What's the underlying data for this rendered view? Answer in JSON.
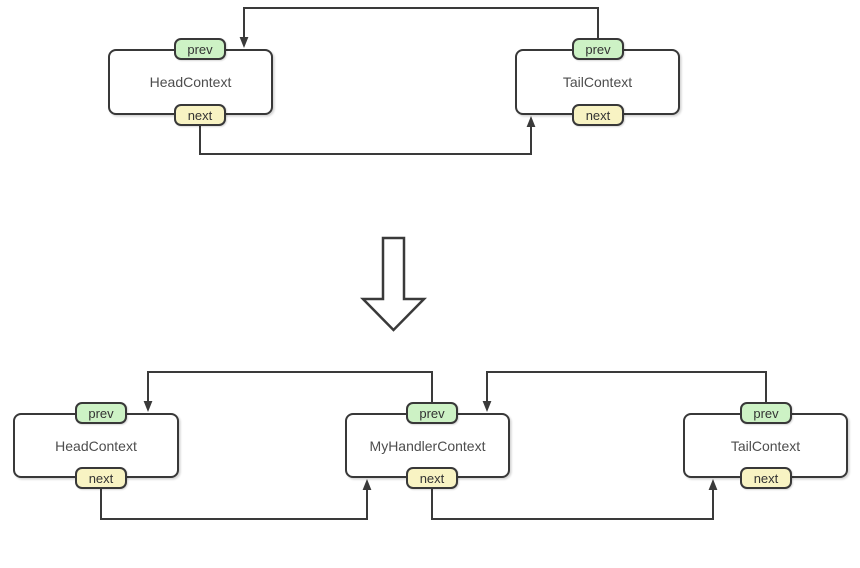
{
  "diagram": {
    "before": {
      "nodes": [
        {
          "label": "HeadContext",
          "prev_label": "prev",
          "next_label": "next"
        },
        {
          "label": "TailContext",
          "prev_label": "prev",
          "next_label": "next"
        }
      ],
      "edges": [
        {
          "from": "TailContext.prev",
          "to": "HeadContext"
        },
        {
          "from": "HeadContext.next",
          "to": "TailContext"
        }
      ]
    },
    "after": {
      "nodes": [
        {
          "label": "HeadContext",
          "prev_label": "prev",
          "next_label": "next"
        },
        {
          "label": "MyHandlerContext",
          "prev_label": "prev",
          "next_label": "next"
        },
        {
          "label": "TailContext",
          "prev_label": "prev",
          "next_label": "next"
        }
      ],
      "edges": [
        {
          "from": "MyHandlerContext.prev",
          "to": "HeadContext"
        },
        {
          "from": "TailContext.prev",
          "to": "MyHandlerContext"
        },
        {
          "from": "HeadContext.next",
          "to": "MyHandlerContext"
        },
        {
          "from": "MyHandlerContext.next",
          "to": "TailContext"
        }
      ]
    },
    "transition_icon": "hollow-down-arrow",
    "colors": {
      "prev_tab_fill": "#cdf2c5",
      "next_tab_fill": "#f8f3c3",
      "stroke": "#3a3a3a",
      "node_fill": "#ffffff",
      "label_text": "#4d4d4d"
    }
  }
}
